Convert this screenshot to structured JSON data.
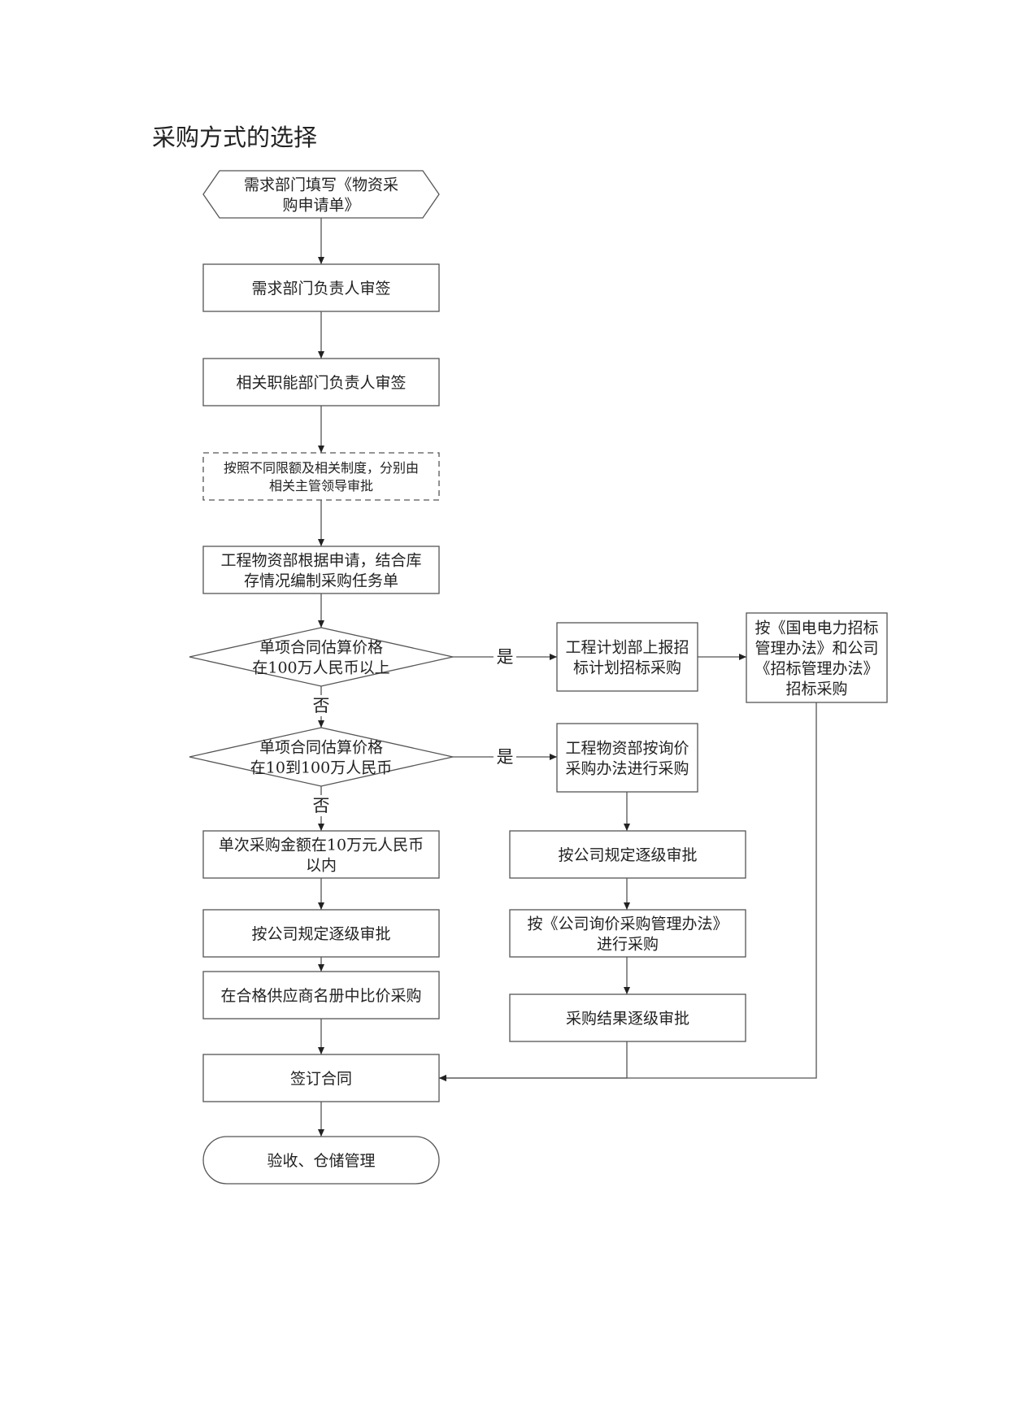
{
  "page": {
    "title": "采购方式的选择"
  },
  "nodes": [
    {
      "id": "n1",
      "shape": "hexagon",
      "lines": [
        "需求部门填写《物资采",
        "购申请单》"
      ]
    },
    {
      "id": "n2",
      "shape": "rect",
      "lines": [
        "需求部门负责人审签"
      ]
    },
    {
      "id": "n3",
      "shape": "rect",
      "lines": [
        "相关职能部门负责人审签"
      ]
    },
    {
      "id": "n4",
      "shape": "rect-dashed",
      "lines": [
        "按照不同限额及相关制度，分别由",
        "相关主管领导审批"
      ]
    },
    {
      "id": "n5",
      "shape": "rect",
      "lines": [
        "工程物资部根据申请，结合库",
        "存情况编制采购任务单"
      ]
    },
    {
      "id": "d1",
      "shape": "diamond",
      "lines": [
        "单项合同估算价格",
        "在100万人民币以上"
      ]
    },
    {
      "id": "r1",
      "shape": "rect",
      "lines": [
        "工程计划部上报招",
        "标计划招标采购"
      ]
    },
    {
      "id": "r2",
      "shape": "rect",
      "lines": [
        "按《国电电力招标",
        "管理办法》和公司",
        "《招标管理办法》",
        "招标采购"
      ]
    },
    {
      "id": "d2",
      "shape": "diamond",
      "lines": [
        "单项合同估算价格",
        "在10到100万人民币"
      ]
    },
    {
      "id": "m1",
      "shape": "rect",
      "lines": [
        "工程物资部按询价",
        "采购办法进行采购"
      ]
    },
    {
      "id": "m2",
      "shape": "rect",
      "lines": [
        "按公司规定逐级审批"
      ]
    },
    {
      "id": "m3",
      "shape": "rect",
      "lines": [
        "按《公司询价采购管理办法》",
        "进行采购"
      ]
    },
    {
      "id": "m4",
      "shape": "rect",
      "lines": [
        "采购结果逐级审批"
      ]
    },
    {
      "id": "l1",
      "shape": "rect",
      "lines": [
        "单次采购金额在10万元人民币",
        "以内"
      ]
    },
    {
      "id": "l2",
      "shape": "rect",
      "lines": [
        "按公司规定逐级审批"
      ]
    },
    {
      "id": "l3",
      "shape": "rect",
      "lines": [
        "在合格供应商名册中比价采购"
      ]
    },
    {
      "id": "s1",
      "shape": "rect",
      "lines": [
        "签订合同"
      ]
    },
    {
      "id": "e1",
      "shape": "terminal",
      "lines": [
        "验收、仓储管理"
      ]
    }
  ],
  "edges": [
    {
      "from": "n1",
      "to": "n2",
      "label": ""
    },
    {
      "from": "n2",
      "to": "n3",
      "label": ""
    },
    {
      "from": "n3",
      "to": "n4",
      "label": ""
    },
    {
      "from": "n4",
      "to": "n5",
      "label": ""
    },
    {
      "from": "n5",
      "to": "d1",
      "label": ""
    },
    {
      "from": "d1",
      "to": "r1",
      "label": "是"
    },
    {
      "from": "r1",
      "to": "r2",
      "label": ""
    },
    {
      "from": "d1",
      "to": "d2",
      "label": "否"
    },
    {
      "from": "d2",
      "to": "m1",
      "label": "是"
    },
    {
      "from": "m1",
      "to": "m2",
      "label": ""
    },
    {
      "from": "m2",
      "to": "m3",
      "label": ""
    },
    {
      "from": "m3",
      "to": "m4",
      "label": ""
    },
    {
      "from": "d2",
      "to": "l1",
      "label": "否"
    },
    {
      "from": "l1",
      "to": "l2",
      "label": ""
    },
    {
      "from": "l2",
      "to": "l3",
      "label": ""
    },
    {
      "from": "l3",
      "to": "s1",
      "label": ""
    },
    {
      "from": "m4",
      "to": "s1",
      "label": ""
    },
    {
      "from": "r2",
      "to": "s1",
      "label": ""
    },
    {
      "from": "s1",
      "to": "e1",
      "label": ""
    }
  ]
}
